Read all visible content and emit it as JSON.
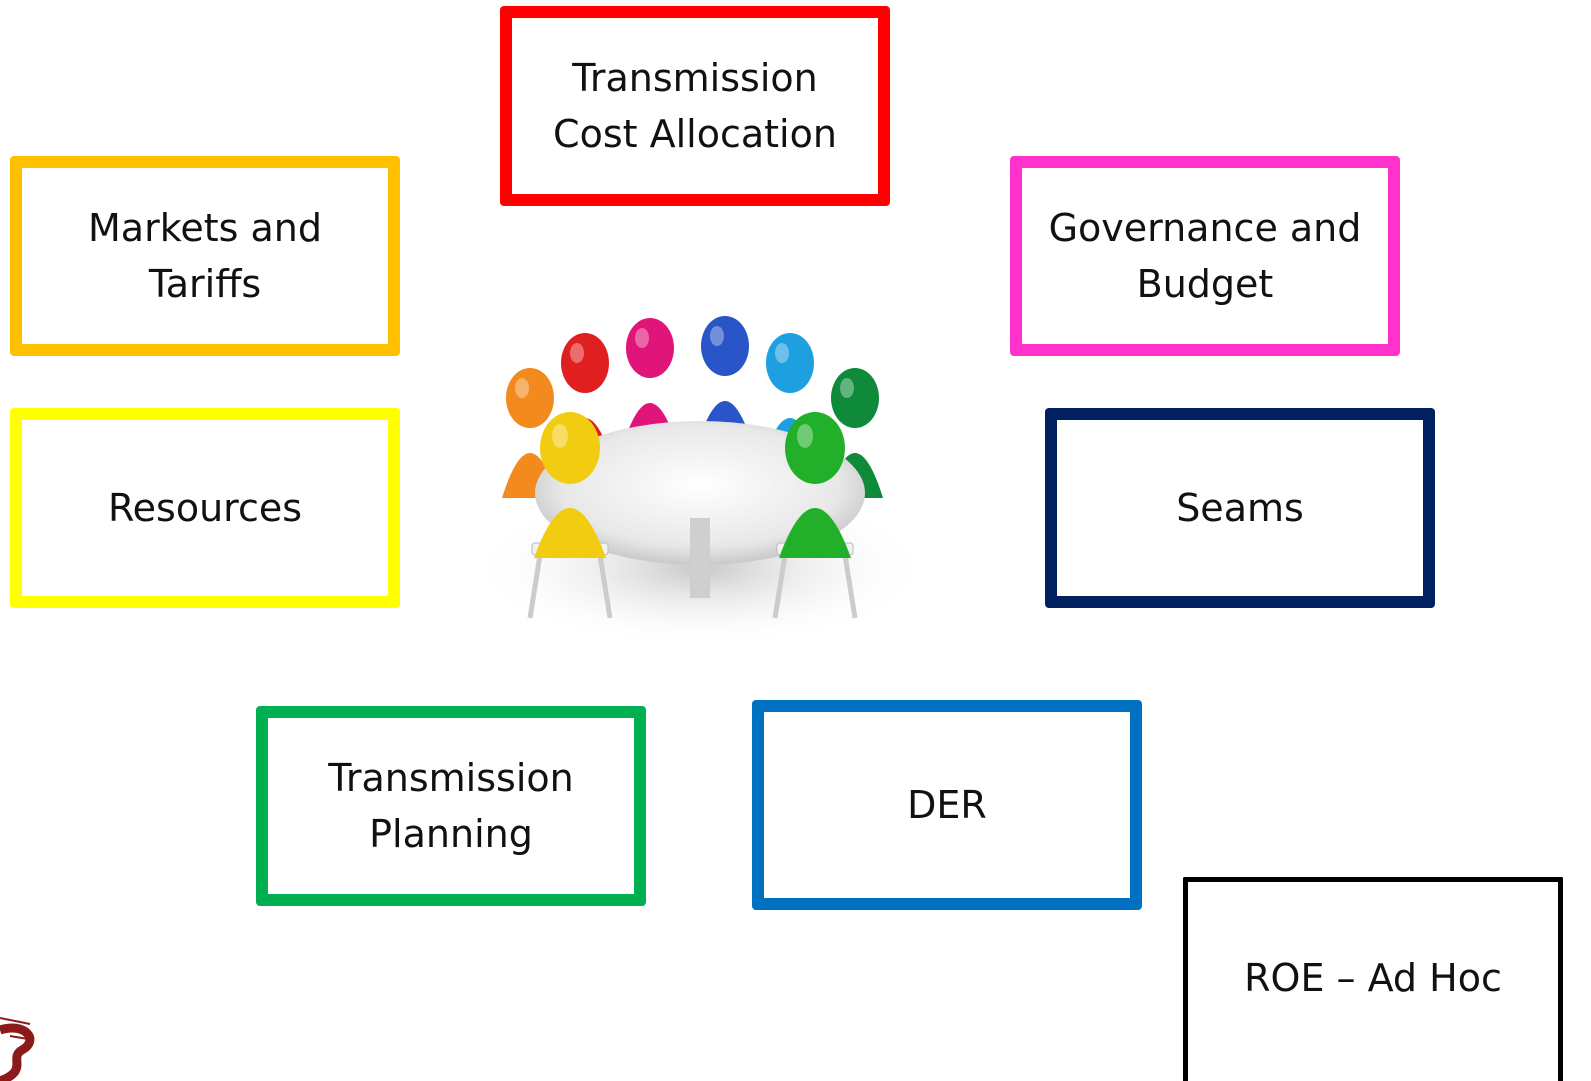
{
  "boxes": {
    "transmission_cost_allocation": {
      "lines": [
        "Transmission",
        "Cost Allocation"
      ],
      "color": "#ff0000"
    },
    "markets_and_tariffs": {
      "lines": [
        "Markets and",
        "Tariffs"
      ],
      "color": "#ffc000"
    },
    "governance_and_budget": {
      "lines": [
        "Governance and",
        "Budget"
      ],
      "color": "#ff33cc"
    },
    "resources": {
      "lines": [
        "Resources"
      ],
      "color": "#ffff00"
    },
    "seams": {
      "lines": [
        "Seams"
      ],
      "color": "#002060"
    },
    "transmission_planning": {
      "lines": [
        "Transmission",
        "Planning"
      ],
      "color": "#00b050"
    },
    "der": {
      "lines": [
        "DER"
      ],
      "color": "#0070c0"
    },
    "roe_ad_hoc": {
      "lines": [
        "ROE – Ad Hoc"
      ],
      "color": "#000000"
    }
  },
  "illustration": {
    "icon": "round-table-meeting-icon",
    "figure_colors": [
      "#f28a1e",
      "#e02020",
      "#e0157a",
      "#2a55c8",
      "#1ea0e0",
      "#0e8a3a",
      "#f2cc10",
      "#22b02a"
    ]
  },
  "logo": {
    "icon": "organization-logo-icon",
    "color": "#8b1a1a"
  }
}
